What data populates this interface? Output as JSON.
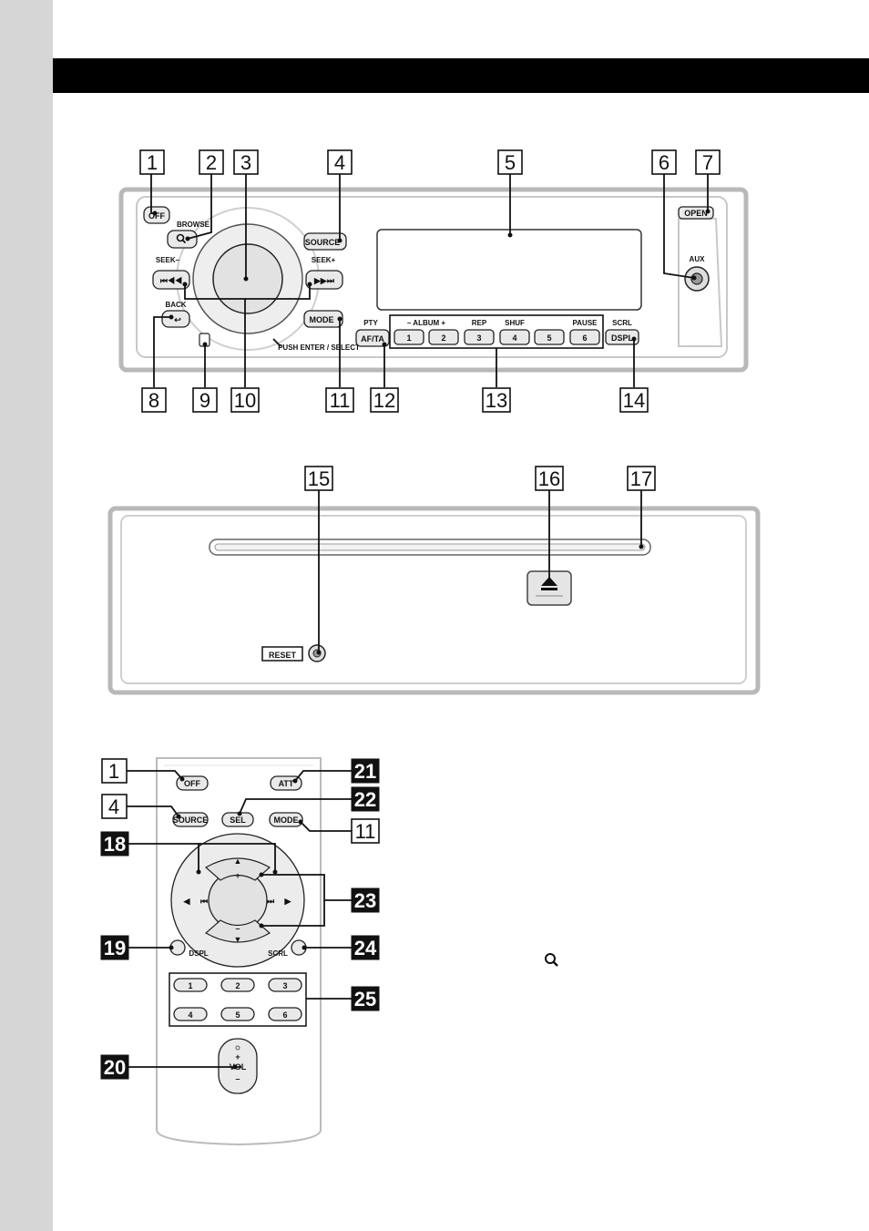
{
  "unit_labels": {
    "browse": "BROWSE",
    "seek_minus": "SEEK–",
    "seek_plus": "SEEK+",
    "back": "BACK",
    "push_enter_select": "PUSH ENTER / SELECT",
    "pty": "PTY",
    "album": "– ALBUM +",
    "rep": "REP",
    "shuf": "SHUF",
    "pause": "PAUSE",
    "scrl": "SCRL",
    "aux": "AUX"
  },
  "unit_buttons": {
    "off": "OFF",
    "source": "SOURCE",
    "mode": "MODE",
    "open": "OPEN",
    "af_ta": "AF/TA",
    "dspl": "DSPL",
    "presets": [
      "1",
      "2",
      "3",
      "4",
      "5",
      "6"
    ]
  },
  "front_panel": {
    "reset": "RESET"
  },
  "remote_buttons": {
    "off": "OFF",
    "att": "ATT",
    "source": "SOURCE",
    "sel": "SEL",
    "mode": "MODE",
    "plus": "+",
    "minus": "–",
    "dspl": "DSPL",
    "scrl": "SCRL",
    "vol": "VOL",
    "vol_plus": "+",
    "vol_minus": "–",
    "presets": [
      "1",
      "2",
      "3",
      "4",
      "5",
      "6"
    ]
  },
  "callouts": {
    "unit_top": [
      "1",
      "2",
      "3",
      "4",
      "5",
      "6",
      "7"
    ],
    "unit_bottom": [
      "8",
      "9",
      "10",
      "11",
      "12",
      "13",
      "14"
    ],
    "front": [
      "15",
      "16",
      "17"
    ],
    "remote_left_outline": [
      "1",
      "4"
    ],
    "remote_left_filled": [
      "18",
      "19",
      "20"
    ],
    "remote_right_filled": [
      "21",
      "22",
      "23",
      "24",
      "25"
    ],
    "remote_right_outline": [
      "11"
    ]
  },
  "colors": {
    "header_bar": "#000000",
    "sidebar": "#d6d6d6",
    "panel_border": "#b8b8b8"
  }
}
